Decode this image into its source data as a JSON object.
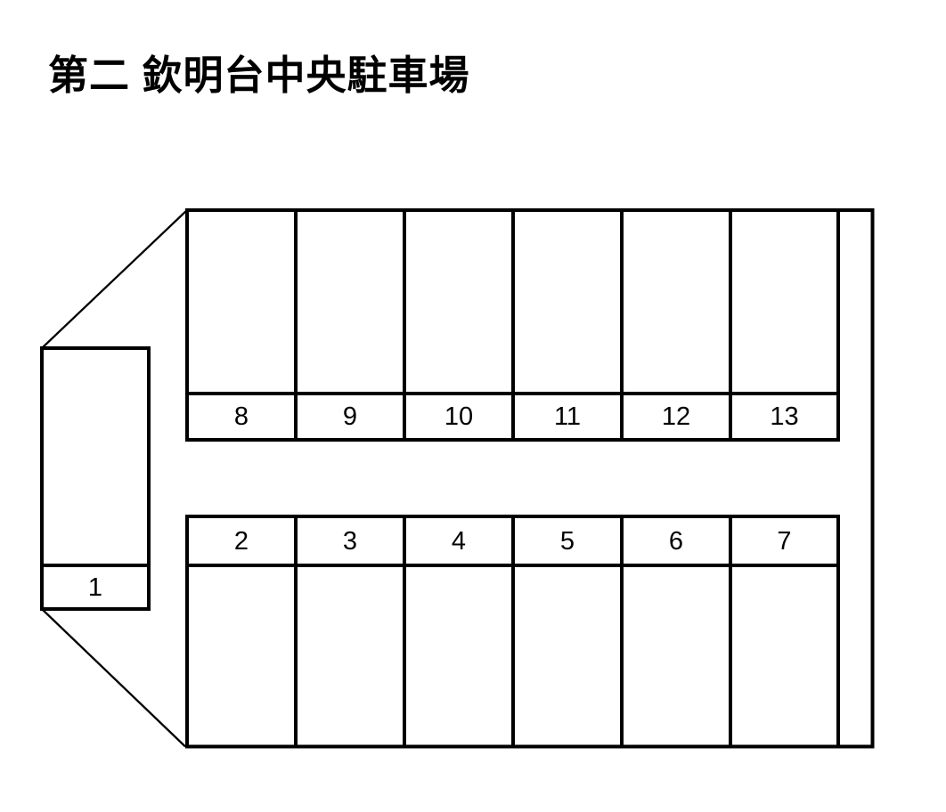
{
  "page": {
    "background_color": "#ffffff",
    "line_color": "#000000",
    "text_color": "#000000"
  },
  "title": "第二 欽明台中央駐車場",
  "parking_lot": {
    "left_space": {
      "label": "1"
    },
    "top_row_spaces": [
      {
        "label": "8"
      },
      {
        "label": "9"
      },
      {
        "label": "10"
      },
      {
        "label": "11"
      },
      {
        "label": "12"
      },
      {
        "label": "13"
      }
    ],
    "bottom_row_spaces": [
      {
        "label": "2"
      },
      {
        "label": "3"
      },
      {
        "label": "4"
      },
      {
        "label": "5"
      },
      {
        "label": "6"
      },
      {
        "label": "7"
      }
    ]
  }
}
